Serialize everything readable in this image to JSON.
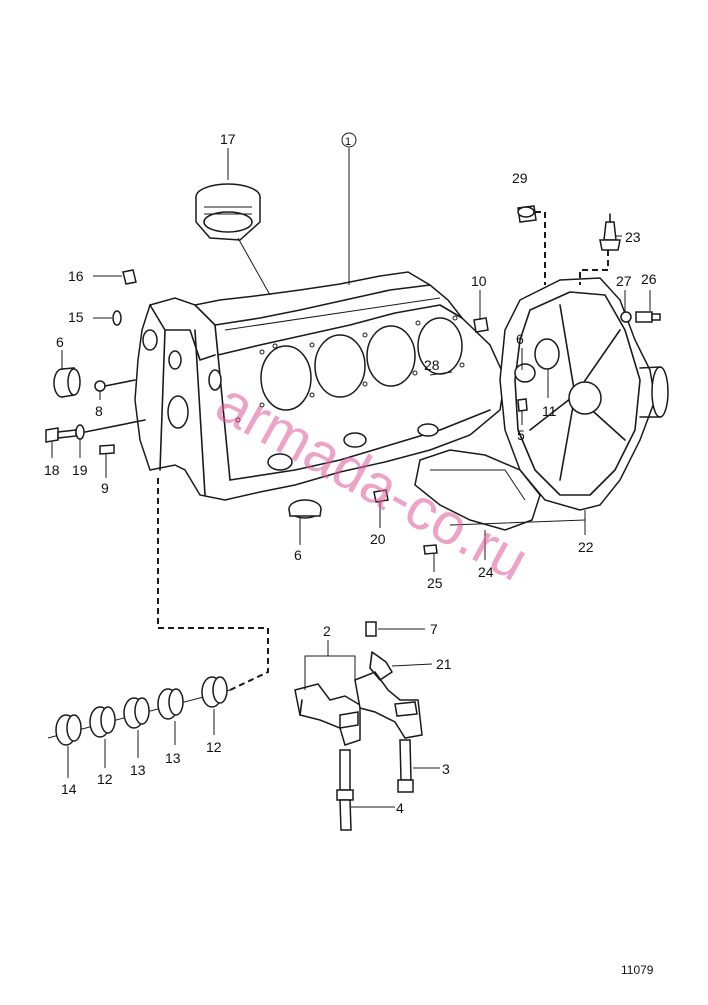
{
  "figure_number": "11079",
  "watermark": "armada-co.ru",
  "callouts": [
    {
      "id": "17",
      "text": "17"
    },
    {
      "id": "1",
      "text": "1"
    },
    {
      "id": "29",
      "text": "29"
    },
    {
      "id": "23",
      "text": "23"
    },
    {
      "id": "16",
      "text": "16"
    },
    {
      "id": "10",
      "text": "10"
    },
    {
      "id": "27",
      "text": "27"
    },
    {
      "id": "26",
      "text": "26"
    },
    {
      "id": "15",
      "text": "15"
    },
    {
      "id": "6a",
      "text": "6"
    },
    {
      "id": "6b",
      "text": "6"
    },
    {
      "id": "6c",
      "text": "6"
    },
    {
      "id": "28",
      "text": "28"
    },
    {
      "id": "8",
      "text": "8"
    },
    {
      "id": "11",
      "text": "11"
    },
    {
      "id": "5",
      "text": "5"
    },
    {
      "id": "18",
      "text": "18"
    },
    {
      "id": "19",
      "text": "19"
    },
    {
      "id": "9",
      "text": "9"
    },
    {
      "id": "20",
      "text": "20"
    },
    {
      "id": "22",
      "text": "22"
    },
    {
      "id": "25",
      "text": "25"
    },
    {
      "id": "24",
      "text": "24"
    },
    {
      "id": "2",
      "text": "2"
    },
    {
      "id": "7",
      "text": "7"
    },
    {
      "id": "21",
      "text": "21"
    },
    {
      "id": "12a",
      "text": "12"
    },
    {
      "id": "12b",
      "text": "12"
    },
    {
      "id": "13a",
      "text": "13"
    },
    {
      "id": "13b",
      "text": "13"
    },
    {
      "id": "14",
      "text": "14"
    },
    {
      "id": "3",
      "text": "3"
    },
    {
      "id": "4",
      "text": "4"
    }
  ]
}
